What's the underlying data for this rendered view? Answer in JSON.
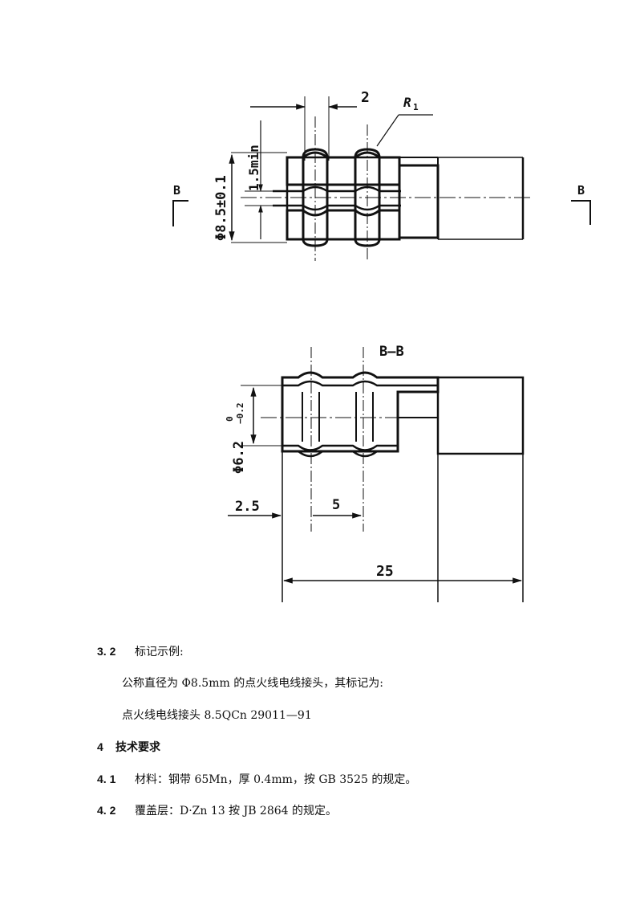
{
  "drawing_top": {
    "dim_2": "2",
    "dim_r1": "R",
    "dim_r1_sub": "1",
    "dim_15min": "1.5min",
    "dim_phi85": "Φ8.5±0.1",
    "section_label_left": "B",
    "section_label_right": "B"
  },
  "drawing_section": {
    "title": "B—B",
    "dim_phi62": "Φ6.2",
    "dim_phi62_tol_upper": "0",
    "dim_phi62_tol_lower": "−0.2",
    "dim_25a": "2.5",
    "dim_5": "5",
    "dim_25": "25"
  },
  "text": {
    "s32_num": "3. 2",
    "s32_title": "标记示例:",
    "p1": "公称直径为 Φ8.5mm 的点火线电线接头，其标记为:",
    "p2": "点火线电线接头 8.5QCn 29011—91",
    "s4_num": "4",
    "s4_title": "技术要求",
    "s41_num": "4. 1",
    "s41_text": "材料：钢带 65Mn，厚 0.4mm，按 GB 3525 的规定。",
    "s42_num": "4. 2",
    "s42_text": "覆盖层：D·Zn 13 按 JB 2864 的规定。"
  }
}
